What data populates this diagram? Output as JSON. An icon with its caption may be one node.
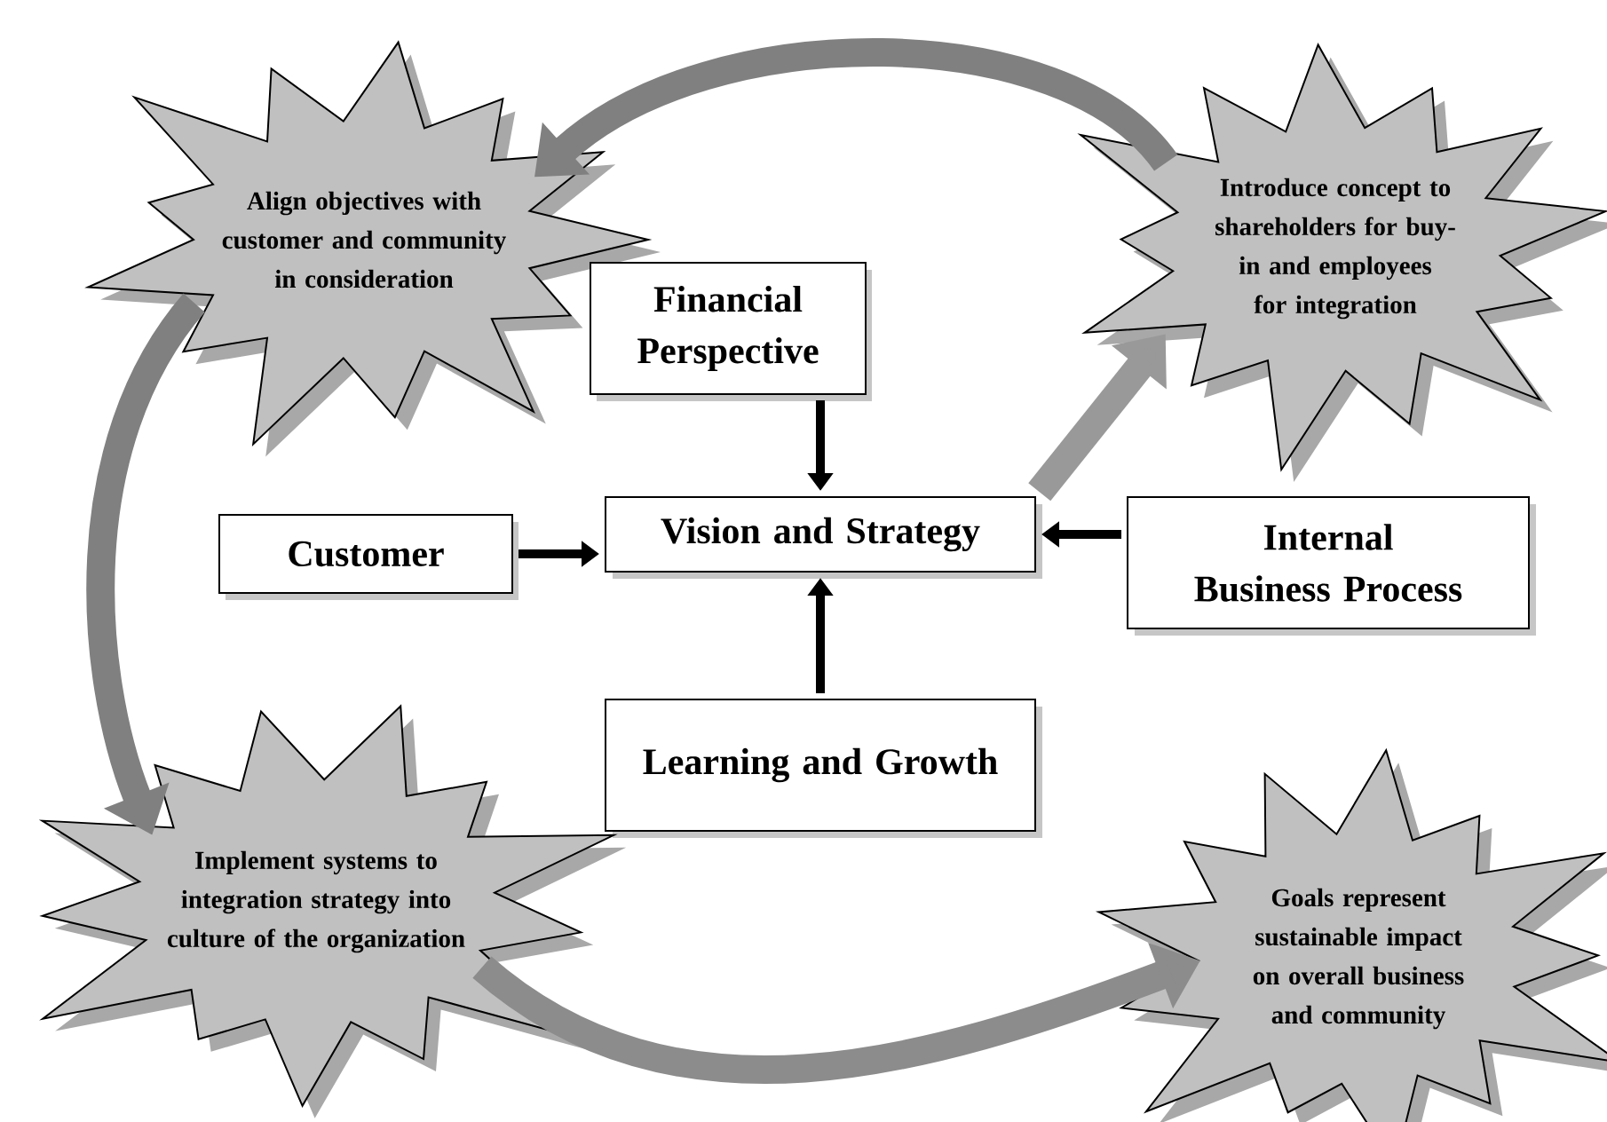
{
  "diagram": {
    "nodes": [
      {
        "text": [
          "Align objectives with customer and community in consideration"
        ]
      },
      {
        "text": [
          "Introduce concept to shareholders for buy-in  and employees for integration"
        ]
      },
      {
        "text": [
          "Financial Perspective"
        ]
      },
      {
        "text": [
          "Customer"
        ]
      },
      {
        "text": [
          "Vision and Strategy"
        ]
      },
      {
        "text": [
          "Internal Business Process"
        ]
      },
      {
        "text": [
          "Learning and Growth"
        ]
      },
      {
        "text": [
          "Implement systems to integration strategy into culture of the organization"
        ]
      },
      {
        "text": [
          "Goals represent sustainable impact on overall business and community"
        ]
      }
    ],
    "edges": [
      {
        "from": 2,
        "to": 4,
        "arrow": "to"
      },
      {
        "from": 3,
        "to": 4,
        "arrow": "to"
      },
      {
        "from": 5,
        "to": 4,
        "arrow": "to"
      },
      {
        "from": 6,
        "to": 4,
        "arrow": "to"
      },
      {
        "from": 1,
        "to": 0,
        "arrow": "to",
        "style": "thick",
        "color": "#808080"
      },
      {
        "from": 0,
        "to": 7,
        "arrow": "to",
        "style": "thick",
        "color": "#808080"
      },
      {
        "from": 7,
        "to": 8,
        "arrow": "to",
        "style": "thick",
        "color": "#8c8c8c"
      },
      {
        "from": 4,
        "to": 1,
        "arrow": "to",
        "style": "thick",
        "color": "#999999"
      }
    ]
  }
}
